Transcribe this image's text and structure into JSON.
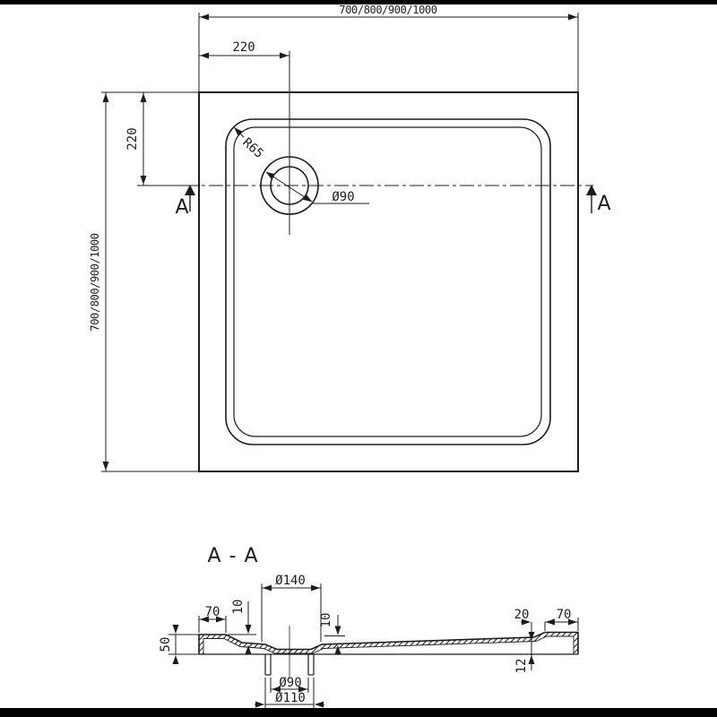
{
  "top_view": {
    "width_dim": "700/800/900/1000",
    "height_dim": "700/800/900/1000",
    "drain_offset_x": "220",
    "drain_offset_y": "220",
    "corner_radius": "R65",
    "drain_diameter": "Ø90",
    "section_marker_left": "A",
    "section_marker_right": "A"
  },
  "section_view": {
    "title": "A - A",
    "rim_width_left": "70",
    "depth_left": "10",
    "recess_diameter": "Ø140",
    "depth_right": "10",
    "step_width": "20",
    "rim_width_right": "70",
    "tray_height": "50",
    "base_height": "12",
    "drain_hole_diameter": "Ø90",
    "drain_flange_diameter": "Ø110"
  },
  "colors": {
    "line": "#1c1c1c",
    "background": "#ffffff",
    "edge_bar": "#000000"
  }
}
